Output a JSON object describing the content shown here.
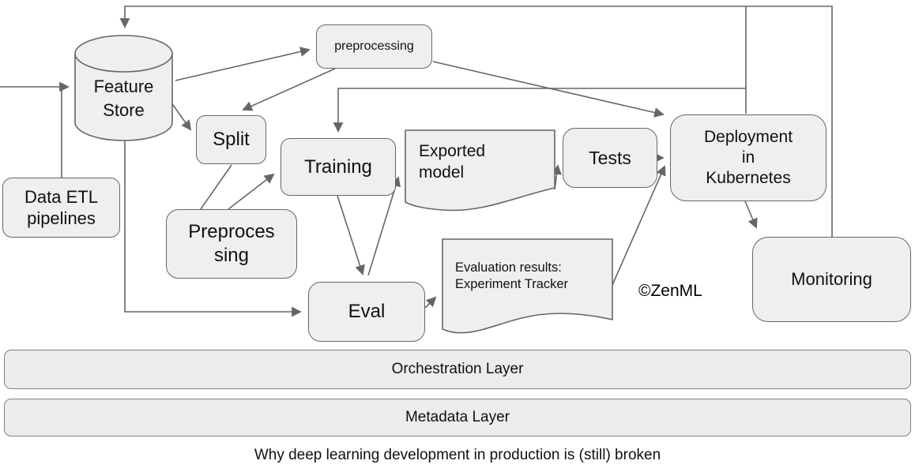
{
  "diagram": {
    "nodes": {
      "feature_store": "Feature\nStore",
      "data_etl": "Data ETL\npipelines",
      "preprocessing_small": "preprocessing",
      "split": "Split",
      "preprocessing_big": "Preproces\nsing",
      "training": "Training",
      "exported_model": "Exported\nmodel",
      "tests": "Tests",
      "deployment": "Deployment\nin\nKubernetes",
      "eval": "Eval",
      "eval_results": "Evaluation results:\nExperiment Tracker",
      "monitoring": "Monitoring"
    },
    "layers": {
      "orchestration": "Orchestration Layer",
      "metadata": "Metadata Layer"
    },
    "credit": "©ZenML",
    "caption": "Why deep learning development in production is (still) broken",
    "colors": {
      "node_fill": "#efefef",
      "node_border": "#666666",
      "line": "#666666",
      "text": "#111111",
      "background": "#ffffff"
    }
  }
}
